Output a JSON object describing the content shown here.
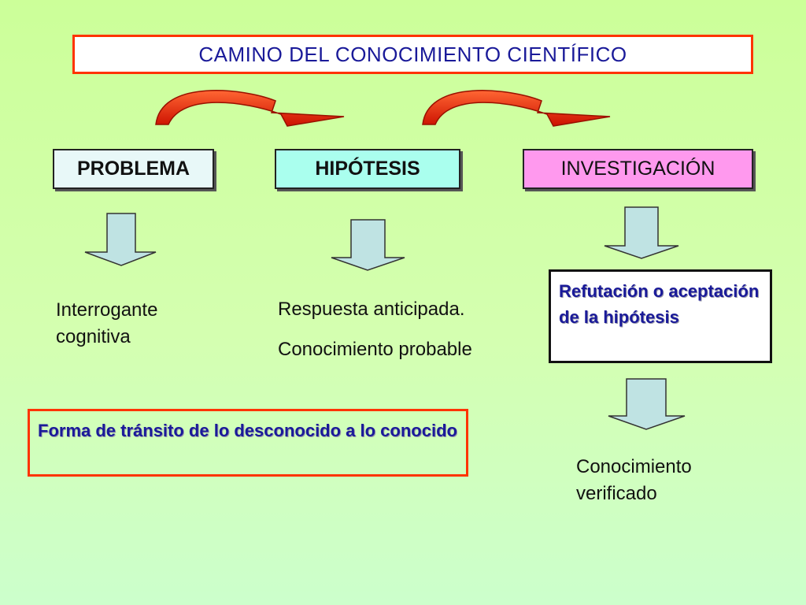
{
  "title": "CAMINO DEL CONOCIMIENTO CIENTÍFICO",
  "nodes": {
    "problema": "PROBLEMA",
    "hipotesis": "HIPÓTESIS",
    "investigacion": "INVESTIGACIÓN"
  },
  "descriptions": {
    "interrogante": "Interrogante cognitiva",
    "respuesta_line1": "Respuesta anticipada.",
    "respuesta_line2": "Conocimiento probable",
    "refutacion": "Refutación o aceptación  de la hipótesis",
    "verificado": "Conocimiento verificado"
  },
  "definition": "Forma de tránsito de lo desconocido a lo conocido",
  "colors": {
    "title_border": "#ff3300",
    "title_text": "#1a1a99",
    "problema_fill": "#e8f8f8",
    "hipotesis_fill": "#aaffee",
    "investigacion_fill": "#ff99ee",
    "curved_arrow": "#ee2200",
    "down_arrow_fill": "#bfe3e3"
  }
}
